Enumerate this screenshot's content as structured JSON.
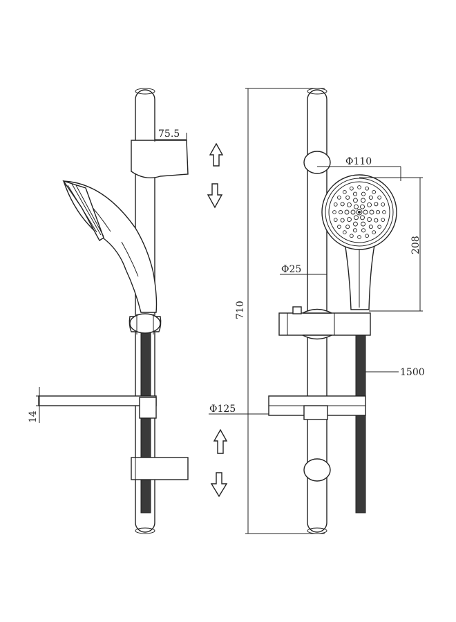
{
  "dimensions": {
    "holder_width": "75.5",
    "head_diameter": "Φ110",
    "head_length": "208",
    "bar_diameter": "Φ25",
    "bar_length": "710",
    "hose_length": "1500",
    "soap_dish_diameter": "Φ125",
    "soap_dish_thickness": "14"
  },
  "colors": {
    "line": "#222222",
    "background": "#ffffff"
  },
  "icons": [
    "arrow-up-icon",
    "arrow-down-icon"
  ]
}
